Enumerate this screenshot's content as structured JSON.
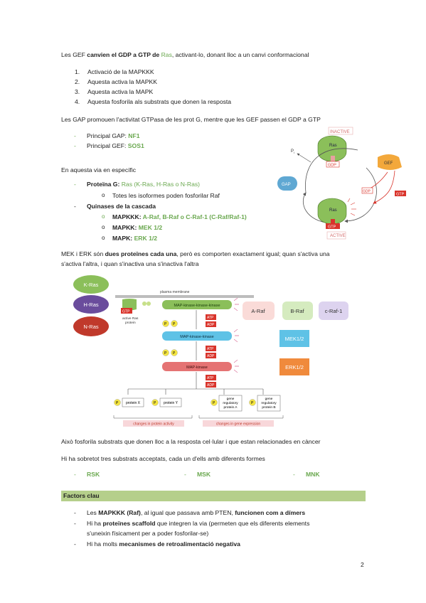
{
  "p1": {
    "a": "Les GEF ",
    "b": "canvien el GDP a GTP de ",
    "c": "Ras",
    ",d": "",
    "e": ", activant-lo, donant lloc a un canvi conformacional"
  },
  "steps": [
    "Activació de la MAPKKK",
    "Aquesta activa la MAPKK",
    "Aquesta activa la MAPK",
    "Aquesta fosforila als substrats que donen la resposta"
  ],
  "p2": "Les GAP promouen l'activitat GTPasa de les prot G, mentre que les GEF passen el GDP a GTP",
  "gap": {
    "label": "Principal GAP: ",
    "value": "NF1"
  },
  "gef": {
    "label": "Principal GEF: ",
    "value": "SOS1"
  },
  "p3": "En aquesta via en específic",
  "protg": {
    "label": "Proteïna G: ",
    "value": "Ras (K-Ras, H-Ras o N-Ras)",
    "sub": "Totes les isoformes poden fosforilar Raf"
  },
  "quin": {
    "label": "Quinases de la cascada",
    "items": [
      {
        "label": "MAPKKK: ",
        "value": "A-Raf, B-Raf o C-Raf-1 (C-Raf/Raf-1)"
      },
      {
        "label": "MAPKK: ",
        "value": "MEK 1/2"
      },
      {
        "label": "MAPK: ",
        "value": "ERK 1/2"
      }
    ]
  },
  "p4": {
    "a": "MEK i ERK són ",
    "b": "dues proteïnes cada una",
    "c": ", però es comporten exactament igual; quan s'activa una"
  },
  "p4b": "s'activa l'altra, i quan s'inactiva una s'inactiva l'altra",
  "cycle": {
    "inactive": "INACTIVE",
    "active": "ACTIVE",
    "ras": "Ras",
    "gdp": "GDP",
    "gtp": "GTP",
    "gap": "GAP",
    "gef": "GEF",
    "pi": "P",
    "pi_sub": "i"
  },
  "cascade": {
    "kras": "K-Ras",
    "hras": "H-Ras",
    "nras": "N-Ras",
    "membrane": "plasma membrane",
    "gtp": "GTP",
    "active_ras": "active Ras",
    "protein": "protein",
    "mapkkk": "MAP-kinase-kinase-kinase",
    "mapkk": "MAP-kinase-kinase",
    "mapk": "MAP-kinase",
    "atp": "ATP",
    "adp": "ADP",
    "p": "P",
    "araf": "A-Raf",
    "braf": "B-Raf",
    "craf": "c-Raf-1",
    "mek": "MEK1/2",
    "erk": "ERK1/2",
    "protx": "protein X",
    "proty": "protein Y",
    "gene_a": [
      "gene",
      "regulatory",
      "protein A"
    ],
    "gene_b": [
      "gene",
      "regulatory",
      "protein B"
    ],
    "changes_activity": "changes in protein activity",
    "changes_expr": "changes in gene expression"
  },
  "p5": "Això fosforila substrats que donen lloc a la resposta cel·lular i que estan relacionades en càncer",
  "p6": "Hi ha sobretot tres substrats acceptats, cada un d'ells amb diferents formes",
  "subs": [
    "RSK",
    "MSK",
    "MNK"
  ],
  "factors": "Factors clau",
  "f1": {
    "a": "Les ",
    "b": "MAPKKK (Raf)",
    "c": ", al igual que passava amb PTEN, ",
    "d": "funcionen com a dímers"
  },
  "f2": {
    "a": "Hi ha ",
    "b": "proteïnes scaffold",
    "c": " que integren la via (permeten que els diferents elements"
  },
  "f2b": "s'uneixin físicament per a poder fosforilar-se)",
  "f3": {
    "a": "Hi ha molts ",
    "b": "mecanismes de retroalimentació negativa"
  },
  "page": "2",
  "colors": {
    "green": "#6aa84f",
    "header": "#b5cf8b",
    "ras": "#8bbf5a",
    "mek": "#5fc2e6",
    "erk": "#f08a3c",
    "red": "#d9342b"
  }
}
